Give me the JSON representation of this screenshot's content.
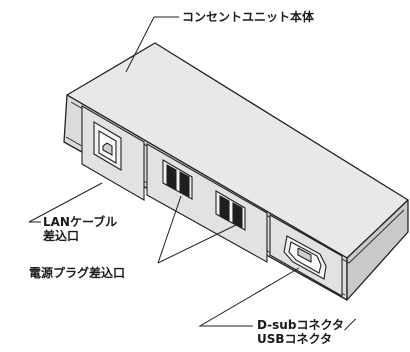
{
  "labels": {
    "main_body": "コンセントユニット本体",
    "lan_port_line1": "LANケーブル",
    "lan_port_line2": "差込口",
    "power_plug": "電源プラグ差込口",
    "dsub_line1": "D-subコネクタ／",
    "dsub_line2": "USBコネクタ"
  },
  "colors": {
    "body_fill": "#e6e6e6",
    "outline": "#222222"
  }
}
